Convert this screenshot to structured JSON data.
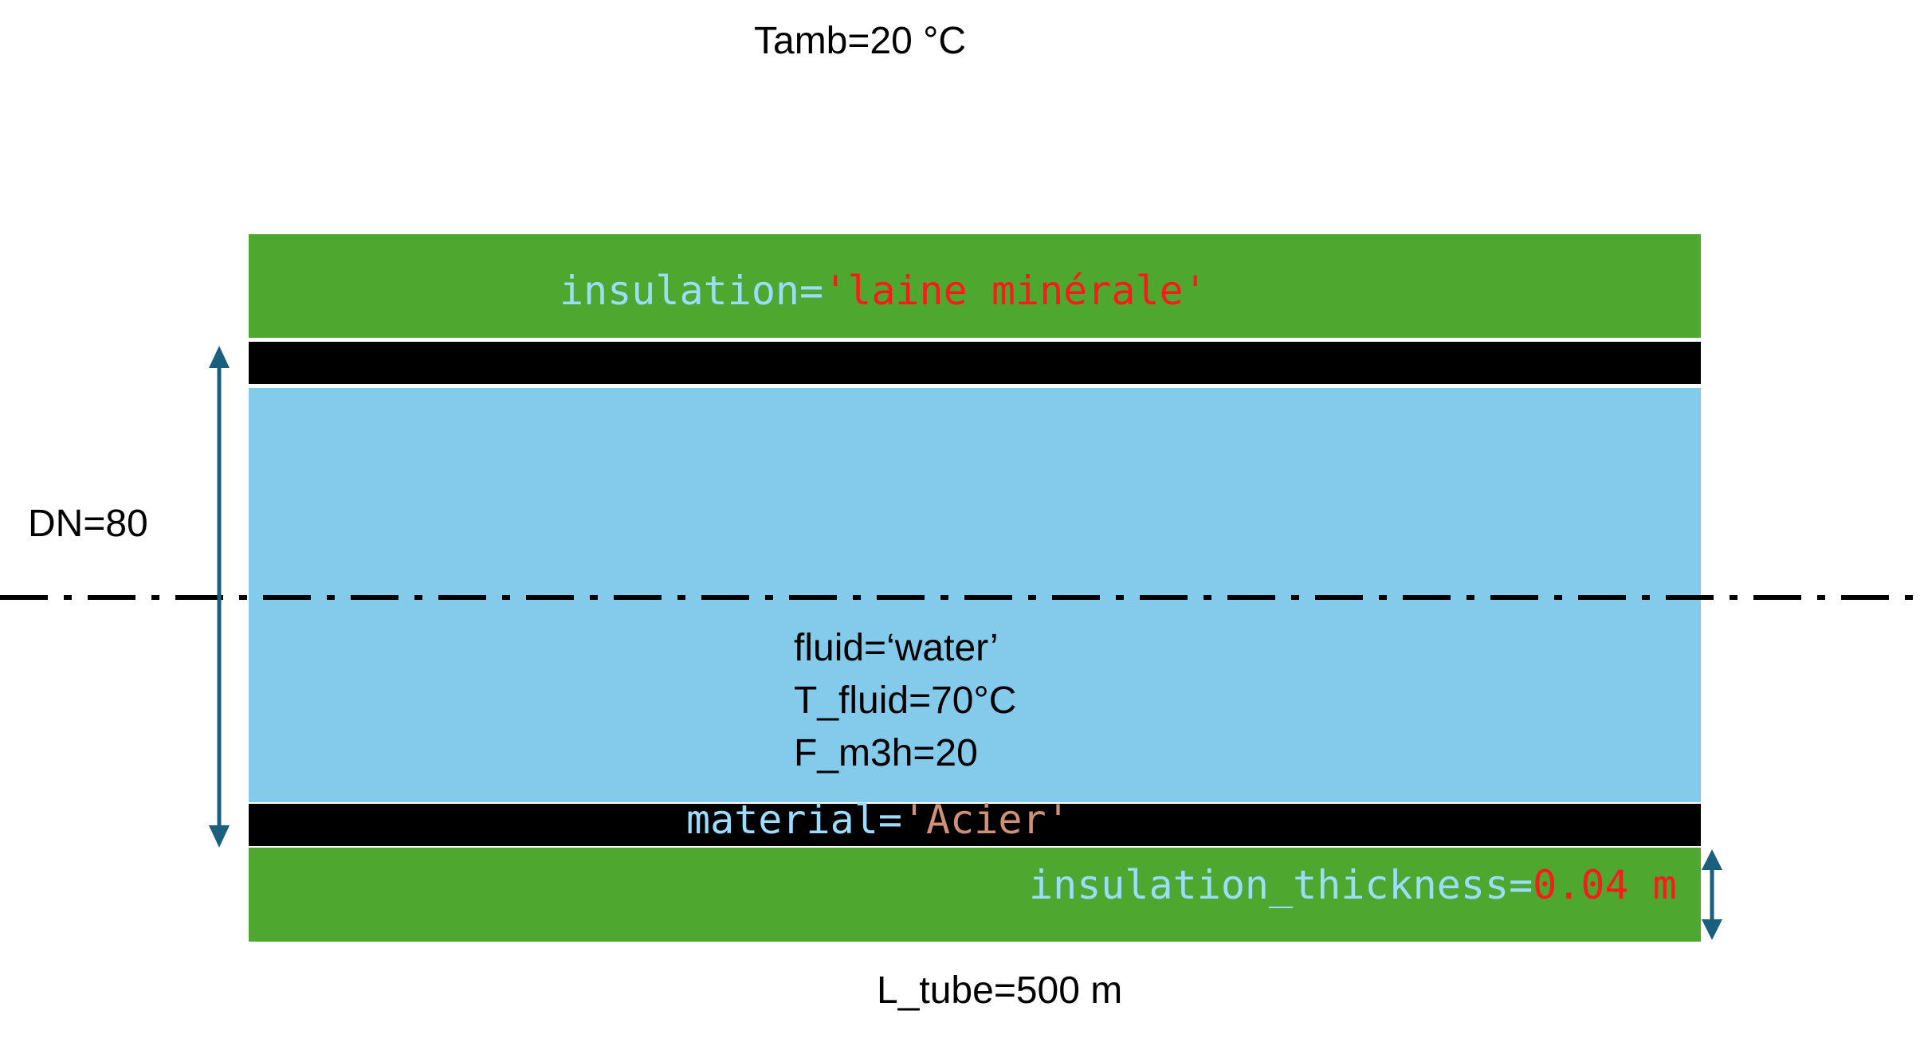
{
  "colors": {
    "insulation": "#4ea72e",
    "steel": "#000000",
    "fluid": "#83caeb",
    "arrow": "#1b5f7f",
    "code_name": "#9cdcfe",
    "code_string_red": "#ff1a1a",
    "code_string_salmon": "#ce9178",
    "code_number_red": "#ff1a1a"
  },
  "ambient": {
    "label": "Tamb=20 °C"
  },
  "diameter": {
    "label": "DN=80"
  },
  "insulation": {
    "name": "insulation",
    "op": "=",
    "value": "'laine minérale'"
  },
  "fluid": {
    "lines": [
      "fluid=‘water’",
      "T_fluid=70°C",
      "F_m3h=20"
    ]
  },
  "material": {
    "name": "material",
    "op": "=",
    "value": "'Acier'"
  },
  "thickness": {
    "name": "insulation_thickness",
    "op": "=",
    "value": "0.04 m"
  },
  "length": {
    "label": "L_tube=500 m"
  },
  "icons": {
    "diameter_arrow": "double-headed-vertical-arrow",
    "thickness_arrow": "double-headed-vertical-arrow",
    "centerline": "dash-dot-axis"
  }
}
